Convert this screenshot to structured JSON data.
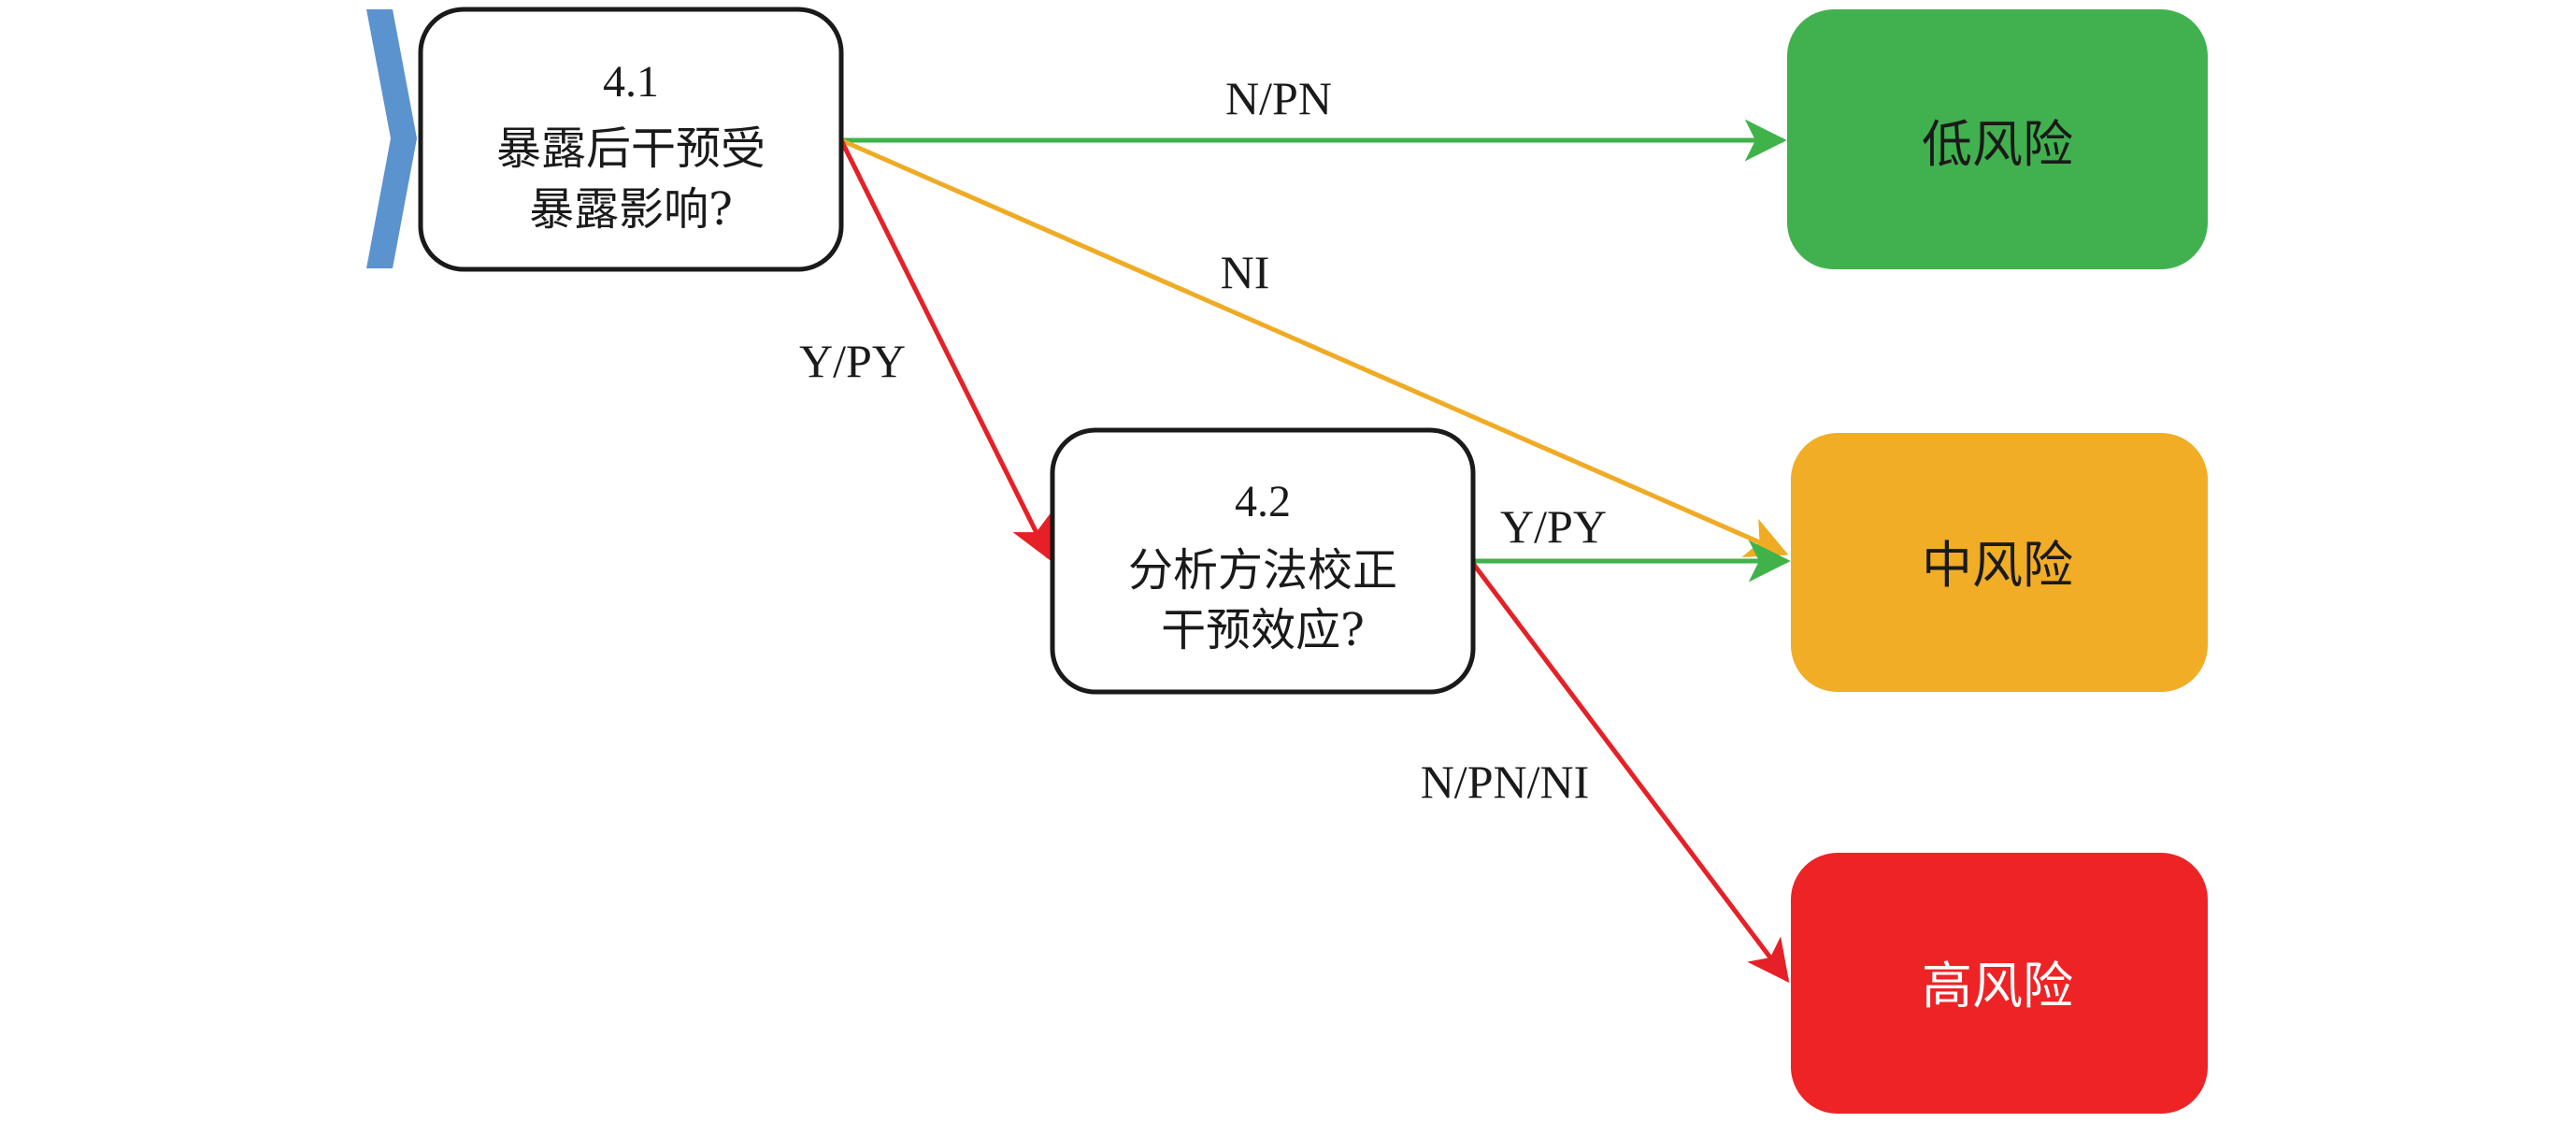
{
  "questions": {
    "q41": {
      "number": "4.1",
      "line1": "暴露后干预受",
      "line2": "暴露影响?"
    },
    "q42": {
      "number": "4.2",
      "line1": "分析方法校正",
      "line2": "干预效应?"
    }
  },
  "outcomes": {
    "low": {
      "label": "低风险",
      "color": "#41b14f",
      "text_color": "#1a1a1a"
    },
    "medium": {
      "label": "中风险",
      "color": "#f0ad25",
      "text_color": "#1a1a1a"
    },
    "high": {
      "label": "高风险",
      "color": "#ee2326",
      "text_color": "#ffffff"
    }
  },
  "edges": {
    "q41_to_low": {
      "label": "N/PN",
      "color": "#3fb34a"
    },
    "q41_to_medium": {
      "label": "NI",
      "color": "#f0ab24"
    },
    "q41_to_q42": {
      "label": "Y/PY",
      "color": "#e52127"
    },
    "q42_to_medium": {
      "label": "Y/PY",
      "color": "#3fb34a"
    },
    "q42_to_high": {
      "label": "N/PN/NI",
      "color": "#e52127"
    }
  },
  "entry_chevron_color": "#5b93cf"
}
